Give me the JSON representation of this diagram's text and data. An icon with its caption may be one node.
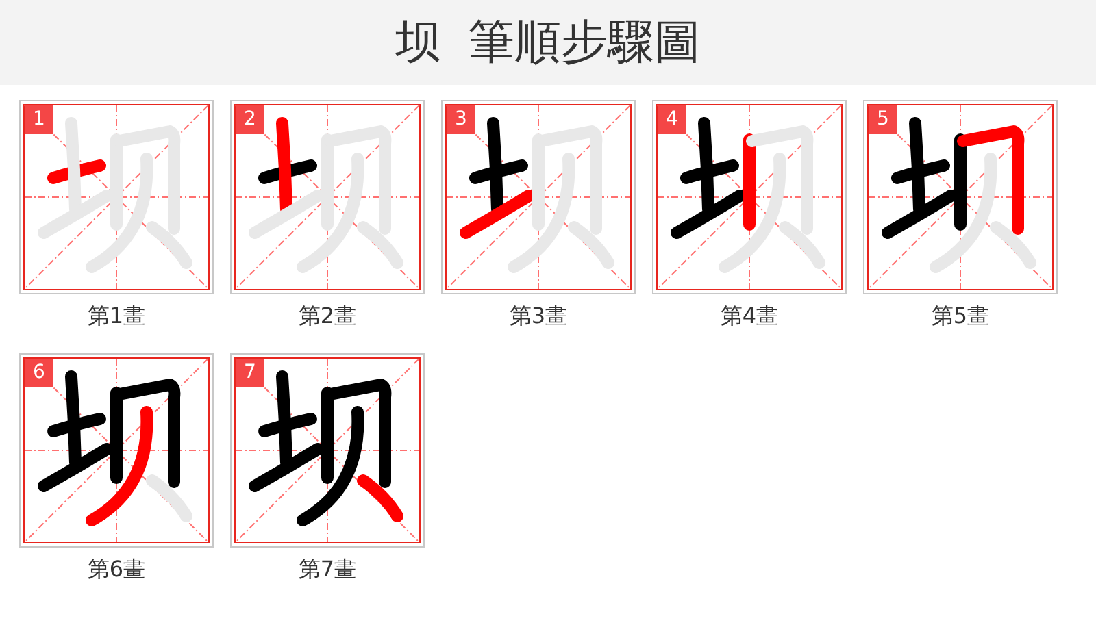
{
  "diagram": {
    "title": "坝 筆順步驟圖",
    "nodes": [
      {
        "text": [
          "1"
        ],
        "beside": [
          "第1畫"
        ]
      },
      {
        "text": [
          "2"
        ],
        "beside": [
          "第2畫"
        ]
      },
      {
        "text": [
          "3"
        ],
        "beside": [
          "第3畫"
        ]
      },
      {
        "text": [
          "4"
        ],
        "beside": [
          "第4畫"
        ]
      },
      {
        "text": [
          "5"
        ],
        "beside": [
          "第5畫"
        ]
      },
      {
        "text": [
          "6"
        ],
        "beside": [
          "第6畫"
        ]
      },
      {
        "text": [
          "7"
        ],
        "beside": [
          "第7畫"
        ]
      }
    ]
  }
}
